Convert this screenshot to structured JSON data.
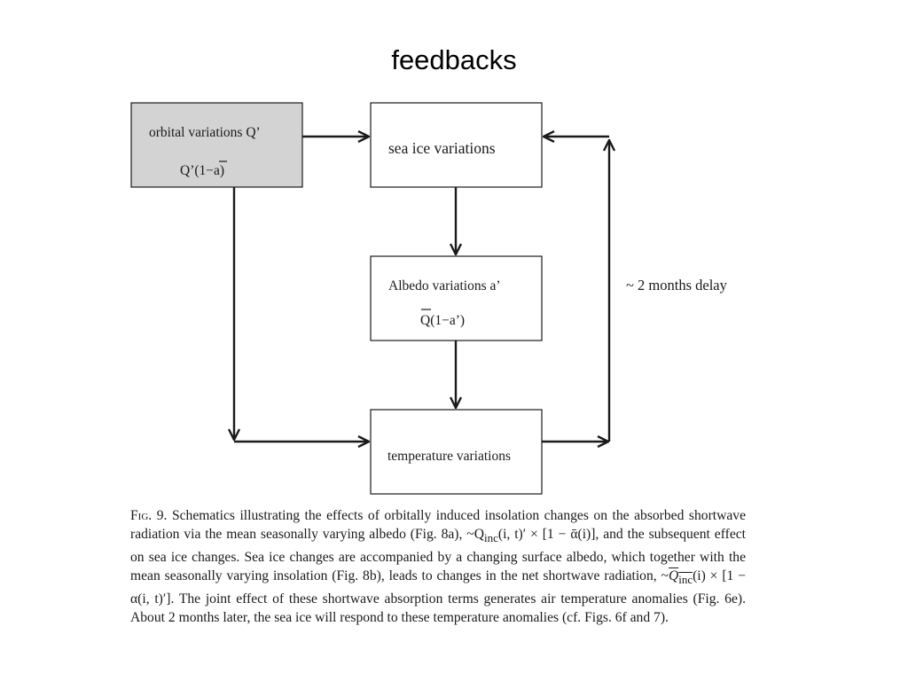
{
  "title": "feedbacks",
  "diagram": {
    "orbital_box": {
      "line1": "orbital variations Q’",
      "line2": "Q’(1−a)",
      "fill": "#d3d3d3"
    },
    "sea_ice_box": {
      "label": "sea ice variations"
    },
    "albedo_box": {
      "line1": "Albedo variations a’",
      "line2": "Q(1−a’)"
    },
    "temperature_box": {
      "label": "temperature variations"
    },
    "delay_label": "~ 2 months delay"
  },
  "caption": {
    "fig_label": "Fig. 9.",
    "text_a": "Schematics illustrating the effects of orbitally induced insolation changes on the absorbed shortwave radiation via the mean seasonally varying albedo (Fig. 8a), ~Q",
    "sub_inc_a": "inc",
    "text_b": "(i, t)′ × [1 − ᾱ(i)], and the subsequent effect on sea ice changes. Sea ice changes are accompanied by a changing surface albedo, which together with the mean seasonally varying insolation (Fig. 8b), leads to changes in the net shortwave radiation, ~",
    "q_inc_over": "Q",
    "sub_inc_b": "inc",
    "text_c": "(i) × [1 − α(i, t)′]. The joint effect of these shortwave absorption terms generates air temperature anomalies (Fig. 6e). About 2 months later, the sea ice will respond to these temperature anomalies (cf. Figs. 6f and 7)."
  }
}
